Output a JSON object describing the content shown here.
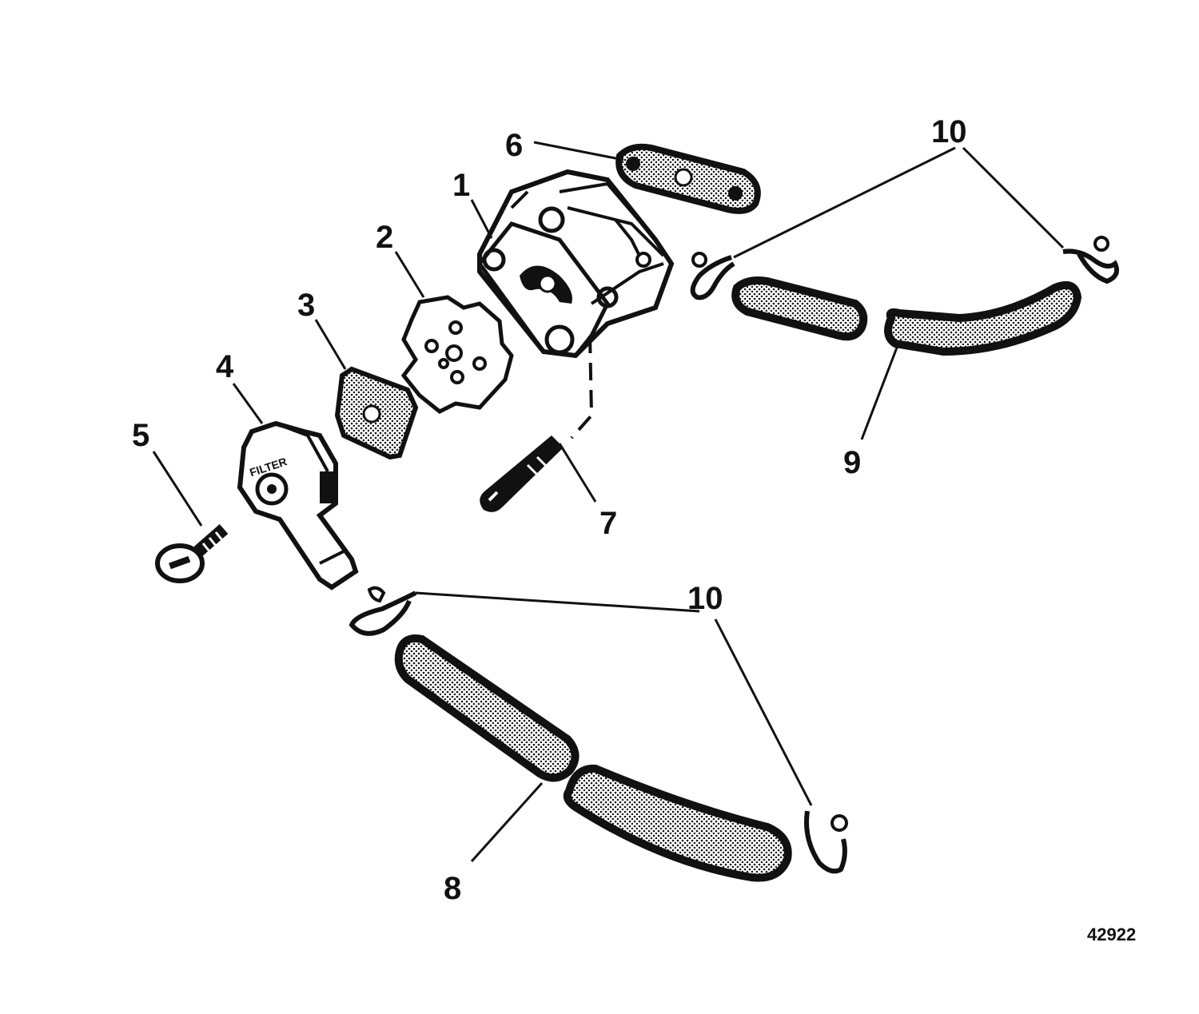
{
  "callouts": {
    "c1": "1",
    "c2": "2",
    "c3": "3",
    "c4": "4",
    "c5": "5",
    "c6": "6",
    "c7": "7",
    "c8": "8",
    "c9": "9",
    "c10_top": "10",
    "c10_bottom": "10"
  },
  "figure_number": "42922",
  "filter_cover_text": "FILTER",
  "colors": {
    "ink": "#111111",
    "paper": "#ffffff"
  }
}
